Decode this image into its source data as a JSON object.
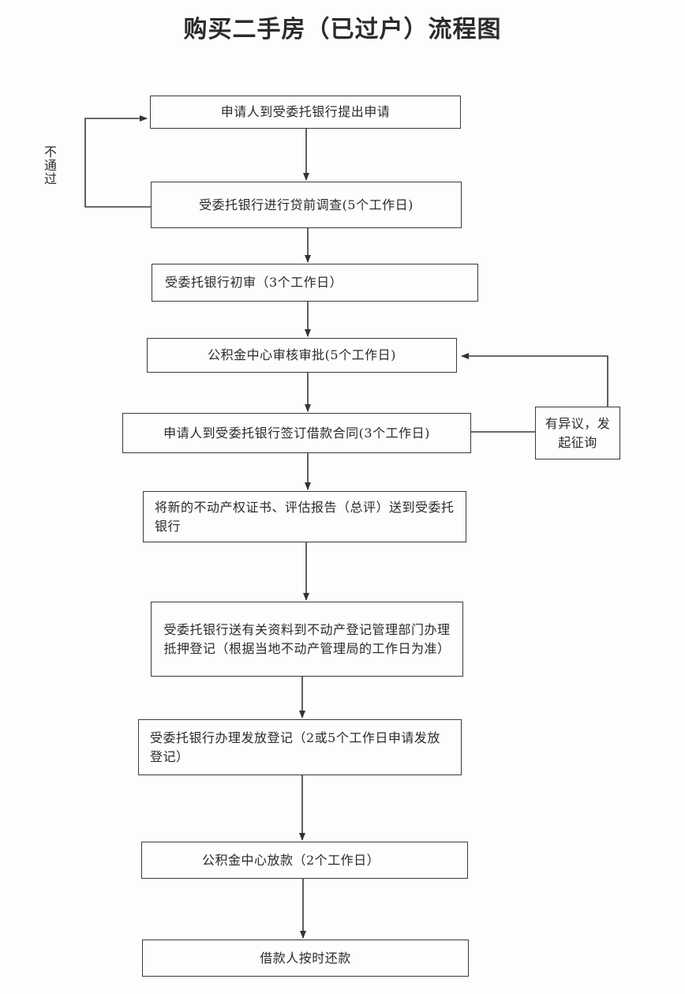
{
  "title": "购买二手房（已过户）流程图",
  "steps": [
    "申请人到受委托银行提出申请",
    "受委托银行进行贷前调查(5个工作日)",
    "受委托银行初审（3个工作日）",
    "公积金中心审核审批(5个工作日)",
    "申请人到受委托银行签订借款合同(3个工作日)",
    "将新的不动产权证书、评估报告（总评）送到受委托银行",
    "受委托银行送有关资料到不动产登记管理部门办理抵押登记（根据当地不动产管理局的工作日为准）",
    "受委托银行办理发放登记（2或5个工作日申请发放登记）",
    "公积金中心放款（2个工作日）",
    "借款人按时还款"
  ],
  "side_labels": {
    "not_passed": "不通过",
    "objection": "有异议，发起征询"
  }
}
